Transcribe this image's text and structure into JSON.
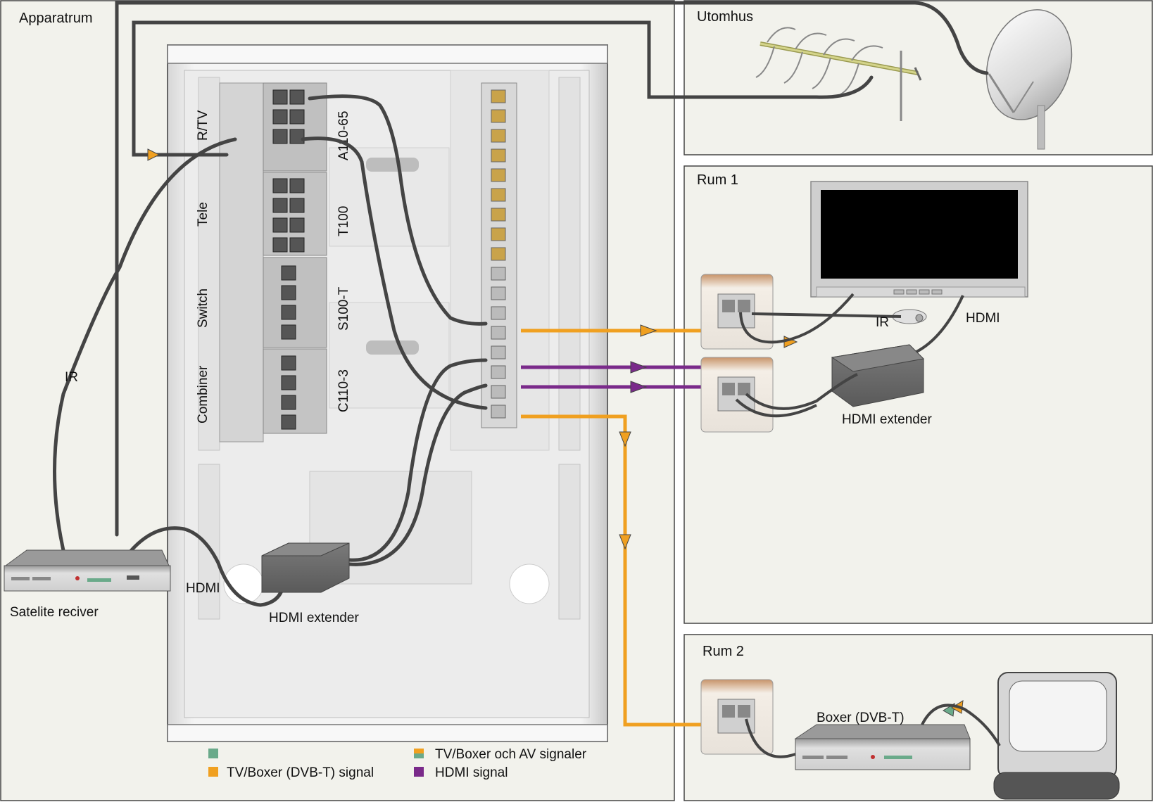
{
  "rooms": {
    "apparatrum": "Apparatrum",
    "utomhus": "Utomhus",
    "rum1": "Rum 1",
    "rum2": "Rum 2"
  },
  "modules": {
    "rtv": "R/TV",
    "tele": "Tele",
    "switch": "Switch",
    "combiner": "Combiner",
    "a110": "A110-65",
    "t100": "T100",
    "s100": "S100-T",
    "c110": "C110-3"
  },
  "devices": {
    "satellite_receiver": "Satelite reciver",
    "hdmi_extender_cabinet": "HDMI extender",
    "hdmi_extender_rum1": "HDMI extender",
    "boxer": "Boxer (DVB-T)"
  },
  "cable_labels": {
    "ir_main": "IR",
    "hdmi_main": "HDMI",
    "ir_rum1": "IR",
    "hdmi_rum1": "HDMI"
  },
  "legend": [
    {
      "color": "#6aaa8a",
      "label": ""
    },
    {
      "color": "#f0a020",
      "label": "TV/Boxer (DVB-T) signal"
    },
    {
      "color_top": "#f0a020",
      "color_bottom": "#6aaa8a",
      "label": "TV/Boxer och AV signaler"
    },
    {
      "color": "#7a2a8a",
      "label": "HDMI signal"
    }
  ],
  "colors": {
    "orange_signal": "#f0a020",
    "hdmi_signal": "#7a2a8a",
    "av_signal": "#6aaa8a",
    "room_background": "#f2f2ec"
  }
}
